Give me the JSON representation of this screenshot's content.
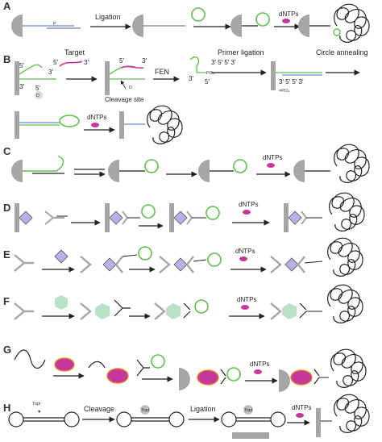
{
  "panels": {
    "A": {
      "letter": "A",
      "ligation": "Ligation",
      "dntps": "dNTPs",
      "probe_mark": "P"
    },
    "B": {
      "letter": "B",
      "target": "Target",
      "fen": "FEN",
      "primer_ligation": "Primer ligation",
      "circle_annealing": "Circle annealing",
      "cleavage_site": "Cleavage site",
      "po4": "PO₄",
      "po4_dot": "=PO₄",
      "d": "D",
      "dntps": "dNTPs",
      "p5": "5′",
      "p3": "3′",
      "seq_555": "3′  5′ 5′  3′",
      "seq_3553": "3′  5′ 5′  3′"
    },
    "C": {
      "letter": "C",
      "dntps": "dNTPs"
    },
    "D": {
      "letter": "D",
      "dntps": "dNTPs"
    },
    "E": {
      "letter": "E",
      "dntps": "dNTPs"
    },
    "F": {
      "letter": "F",
      "dntps": "dNTPs"
    },
    "G": {
      "letter": "G",
      "dntps": "dNTPs"
    },
    "H": {
      "letter": "H",
      "cleavage": "Cleavage",
      "ligation": "Ligation",
      "topi": "TopI",
      "dntps": "dNTPs"
    }
  },
  "colors": {
    "gray": "#a6a6a6",
    "green": "#5cc14a",
    "magenta": "#c7379b",
    "blue": "#5b8fd6",
    "lavender": "#b7b2e6",
    "mint": "#b9e2c4",
    "orange": "#e08a2a",
    "dark": "#222222"
  }
}
